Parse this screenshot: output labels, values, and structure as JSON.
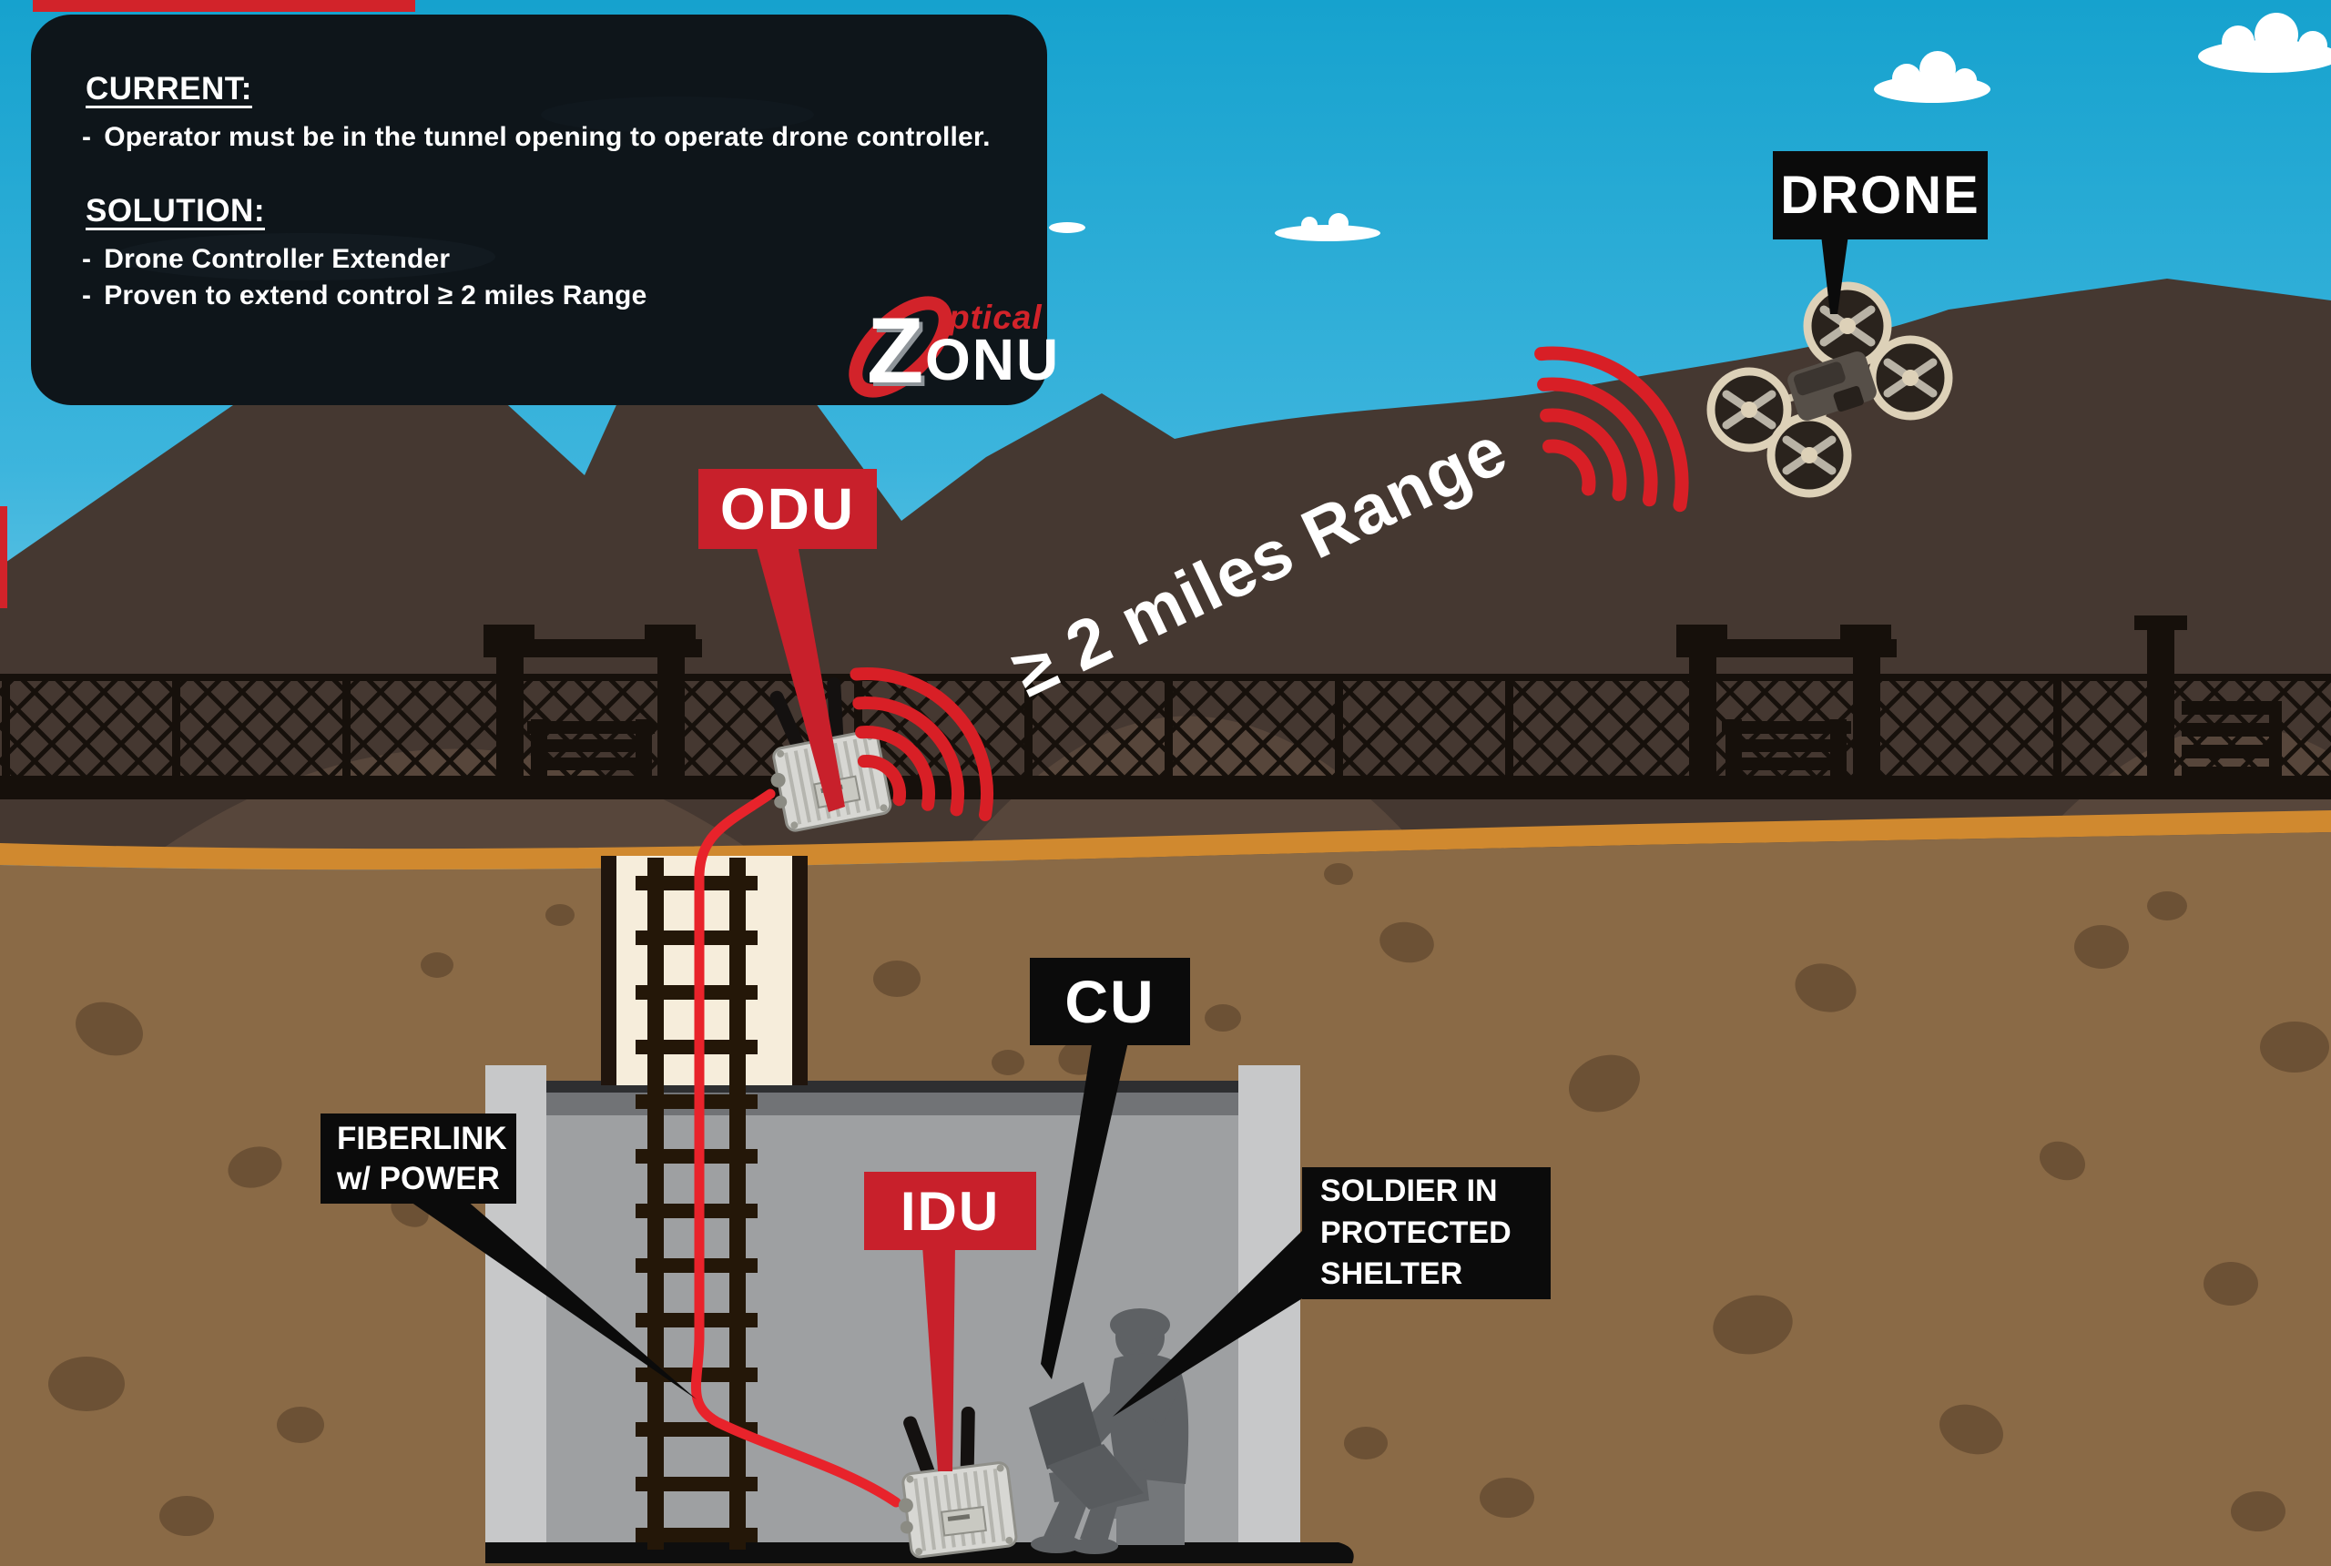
{
  "info_panel": {
    "current_heading": "CURRENT:",
    "bullet_prefix": "-",
    "current_bullets": [
      "Operator must be in the tunnel opening to operate drone controller."
    ],
    "solution_heading": "SOLUTION:",
    "solution_bullets": [
      "Drone Controller Extender",
      "Proven to extend control ≥ 2 miles Range"
    ]
  },
  "logo": {
    "z": "Z",
    "optical_suffix": "ptical",
    "onu_suffix": "ONU"
  },
  "range_annotation": {
    "text": "≥ 2 miles Range"
  },
  "callouts": {
    "drone": {
      "text": "DRONE"
    },
    "odu": {
      "text": "ODU"
    },
    "idu": {
      "text": "IDU"
    },
    "cu": {
      "text": "CU"
    },
    "fiberlink": {
      "line1": "FIBERLINK",
      "line2": "w/ POWER"
    },
    "soldier": {
      "line1": "SOLDIER IN",
      "line2": "PROTECTED",
      "line3": "SHELTER"
    }
  },
  "colors": {
    "accent_red": "#C8202B",
    "cable_red": "#E8232B",
    "signal_red": "#D81F26",
    "callout_black": "#0B0B0B",
    "sky_top": "#16A2CE",
    "sky_bottom": "#CBEDF8",
    "mountain": "#453831",
    "hill": "#57463B",
    "dirt": "#8A6A46",
    "surface_orange": "#D0892F",
    "shaft_cream": "#F6EDDB",
    "bunker_gray": "#9EA0A2"
  }
}
